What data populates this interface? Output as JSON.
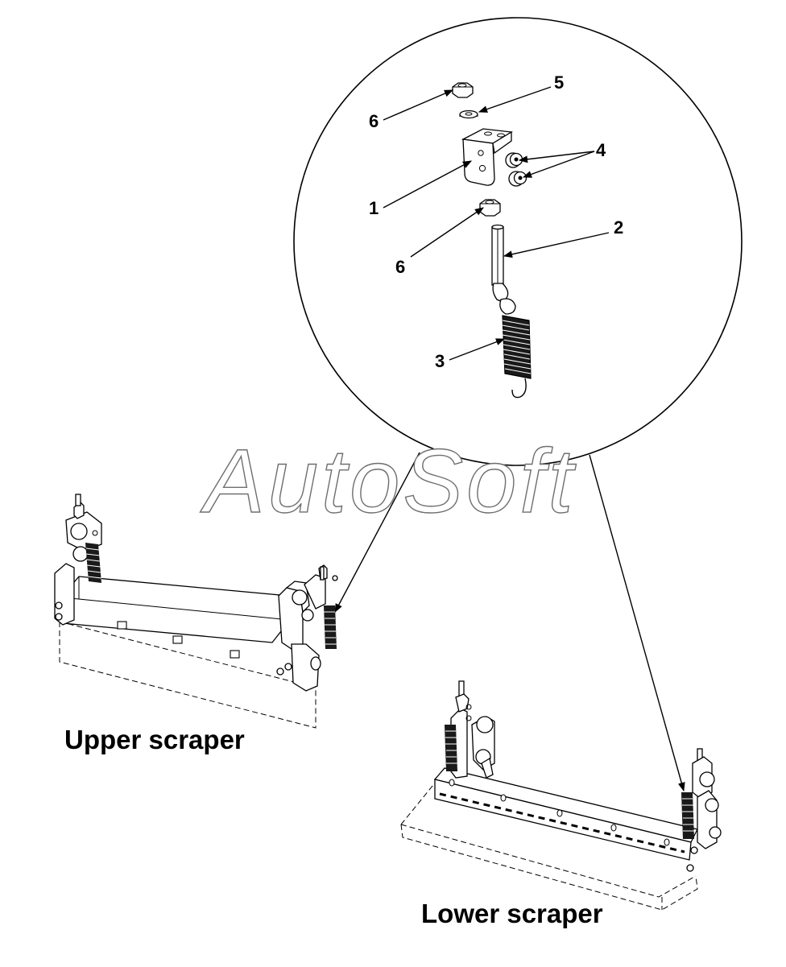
{
  "callouts": {
    "c1": "1",
    "c2": "2",
    "c3": "3",
    "c4": "4",
    "c5": "5",
    "c6a": "6",
    "c6b": "6"
  },
  "captions": {
    "upper": "Upper scraper",
    "lower": "Lower scraper"
  },
  "watermark": "AutoSoft",
  "colors": {
    "ink": "#000000",
    "watermark_outline": "#6f6f6f",
    "background": "#ffffff"
  }
}
